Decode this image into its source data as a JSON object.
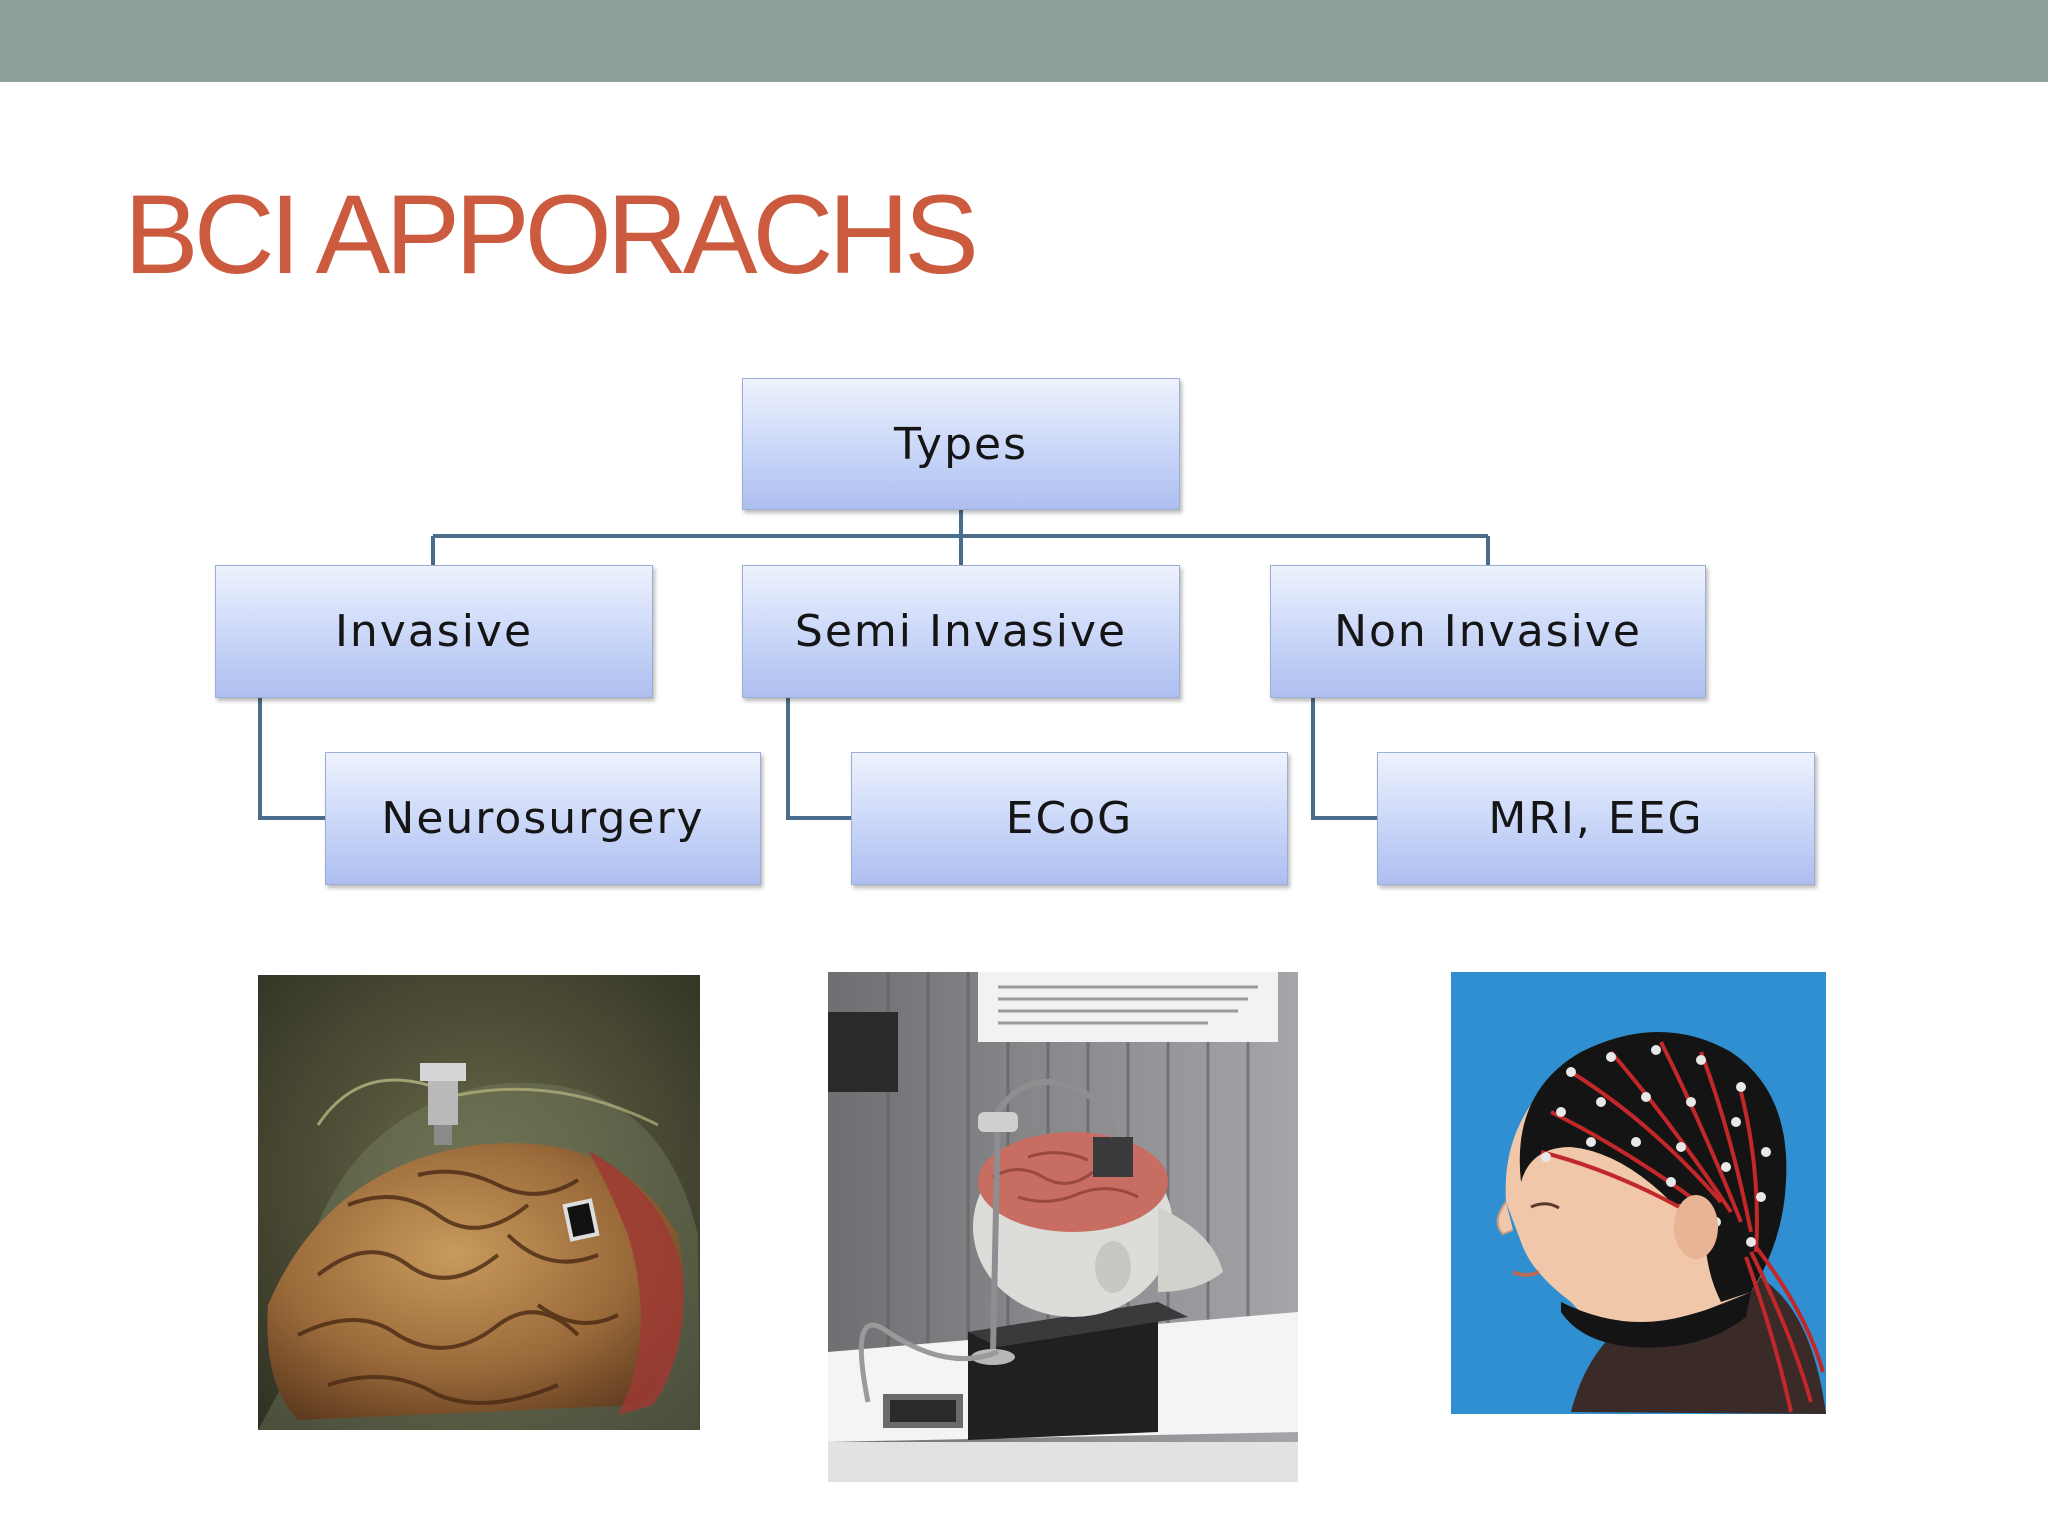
{
  "slide": {
    "title": "BCI APPORACHS",
    "accent_bar_color": "#8fa098",
    "title_color": "#cc5a3e"
  },
  "diagram": {
    "root": "Types",
    "categories": [
      {
        "label": "Invasive",
        "child": "Neurosurgery"
      },
      {
        "label": "Semi Invasive",
        "child": "ECoG"
      },
      {
        "label": "Non Invasive",
        "child": "MRI, EEG"
      }
    ],
    "connector_color": "#4a6d8c"
  },
  "photos": [
    {
      "subject": "implanted-electrode-brain"
    },
    {
      "subject": "ecog-brain-model-display"
    },
    {
      "subject": "eeg-electrode-cap"
    }
  ]
}
